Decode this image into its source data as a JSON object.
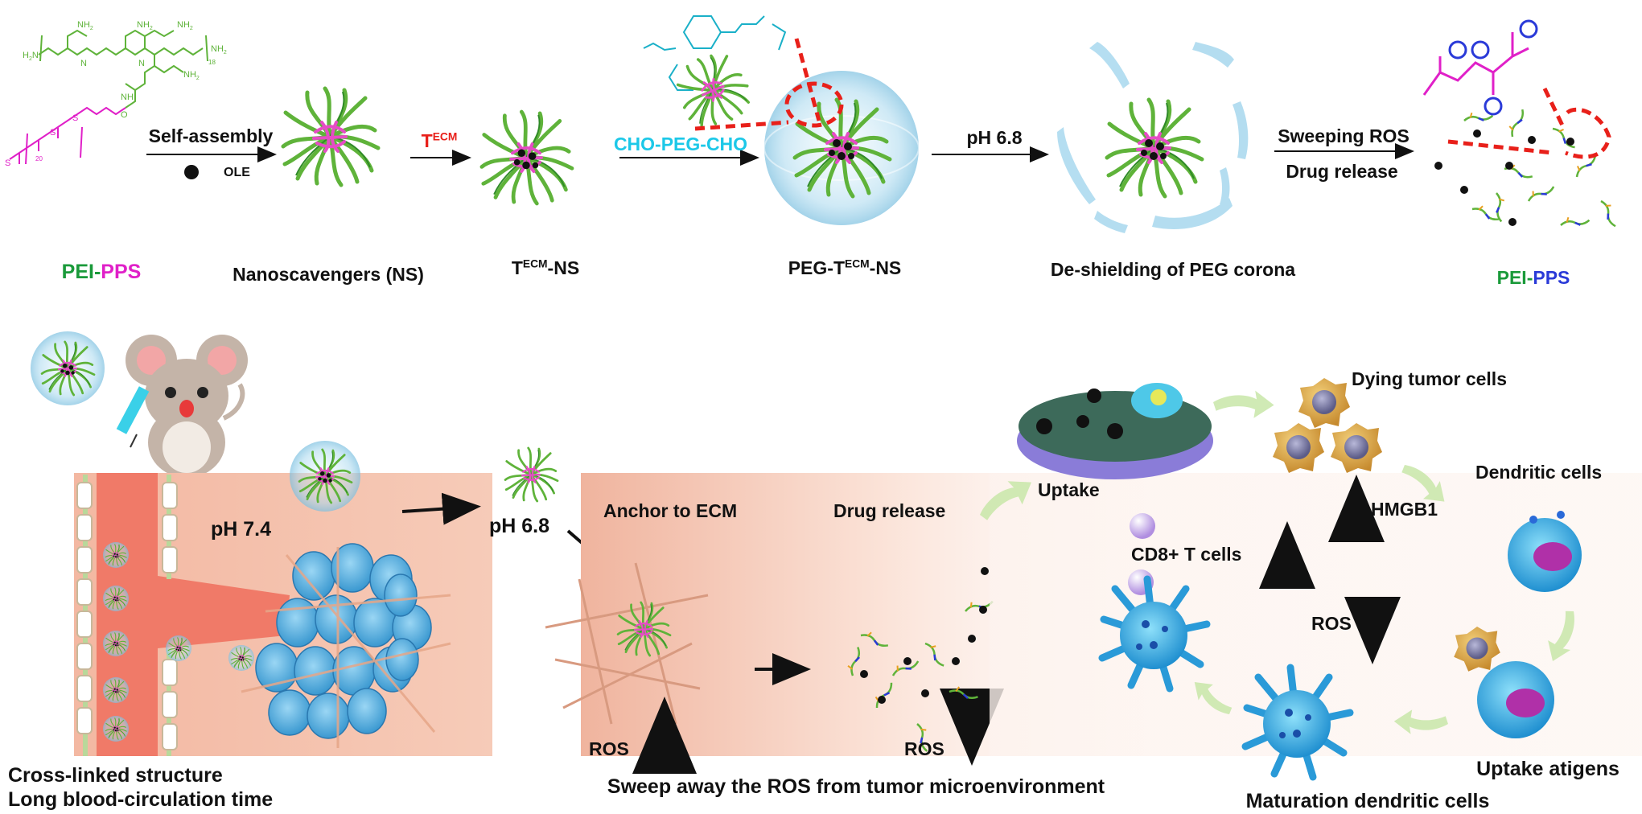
{
  "top_row": {
    "pei_pps_1": {
      "pei": "PEI",
      "dash": "-",
      "pps": "PPS"
    },
    "self_assembly": "Self-assembly",
    "ole": "OLE",
    "nanoscavengers": "Nanoscavengers (NS)",
    "tecm_arrow": {
      "base": "T",
      "sup": "ECM"
    },
    "tecm_ns": {
      "base": "T",
      "sup": "ECM",
      "suffix": "-NS"
    },
    "cho_peg_cho": "CHO-PEG-CHO",
    "peg_tecm_ns": {
      "prefix": "PEG-T",
      "sup": "ECM",
      "suffix": "-NS"
    },
    "ph68": "pH 6.8",
    "deshielding": "De-shielding of PEG corona",
    "sweeping_ros": "Sweeping ROS",
    "drug_release": "Drug release",
    "pei_pps_2": {
      "pei": "PEI",
      "dash": "-",
      "pps": "PPS"
    }
  },
  "chemistry": {
    "nh2": "NH",
    "h2n": "H",
    "nh": "NH",
    "n": "N",
    "o": "O",
    "s": "S",
    "sub18": "18",
    "sub2": "2"
  },
  "bottom_row": {
    "ph74": "pH 7.4",
    "ph68": "pH 6.8",
    "anchor": "Anchor to ECM",
    "drug_release": "Drug release",
    "uptake": "Uptake",
    "dying": "Dying tumor cells",
    "dendritic": "Dendritic cells",
    "hmgb1": "HMGB1",
    "cd8": "CD8+ T cells",
    "ros_mid": "ROS",
    "ros_left": "ROS",
    "ros_center": "ROS",
    "cross_linked": "Cross-linked structure",
    "long_blood": "Long blood-circulation time",
    "sweep": "Sweep away the ROS from tumor microenvironment",
    "maturation": "Maturation dendritic cells",
    "uptake_antigens": "Uptake atigens"
  },
  "colors": {
    "pei_green": "#1a9a3a",
    "pps_magenta": "#e020c8",
    "pps_blue": "#2a3ad8",
    "tecm_red": "#e8201a",
    "peg_cyan": "#1cc8e8",
    "tissue": "#f2b49e",
    "vessel": "#f07a68",
    "tumor_cell": "#6ab8e8",
    "dendritic_cell": "#38b4e8"
  }
}
